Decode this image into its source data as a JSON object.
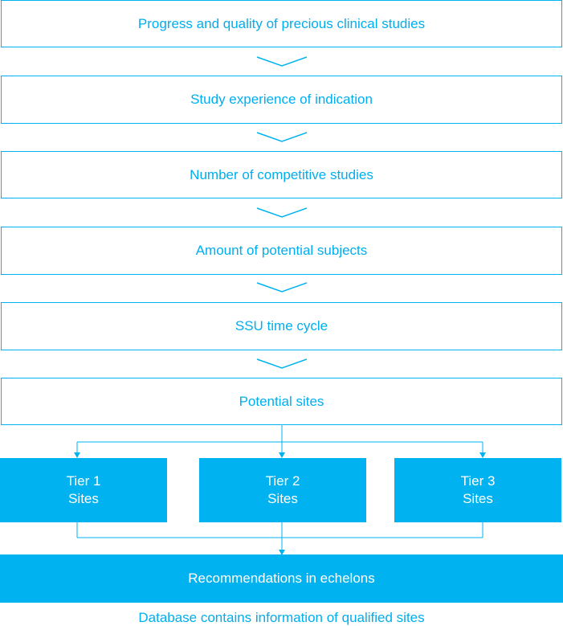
{
  "steps": [
    "Progress and quality of precious clinical studies",
    "Study experience of indication",
    "Number of competitive studies",
    "Amount of potential subjects",
    "SSU time cycle",
    "Potential sites"
  ],
  "tiers": [
    {
      "line1": "Tier 1",
      "line2": "Sites"
    },
    {
      "line1": "Tier 2",
      "line2": "Sites"
    },
    {
      "line1": "Tier 3",
      "line2": "Sites"
    }
  ],
  "recommendation": "Recommendations in echelons",
  "footer": "Database contains information of qualified sites",
  "colors": {
    "accent": "#00b3f0",
    "text": "#00aeef"
  }
}
